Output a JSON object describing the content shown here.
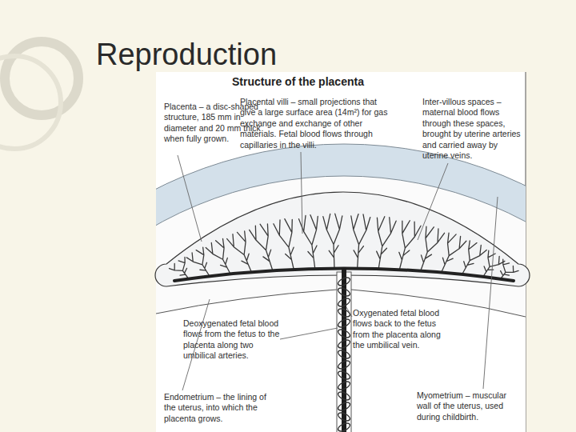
{
  "diagram": {
    "title": "Reproduction",
    "labels": [
      "Structure of the placenta",
      "Placenta – a disc-shaped structure, 185 mm in diameter and 20 mm thick when fully grown.",
      "Placental villi – small projections that give a large surface area (14m²) for gas exchange and exchange of other materials. Fetal blood flows through capillaries in the villi.",
      "Inter-villous spaces – maternal blood flows through these spaces, brought by uterine arteries and carried away by uterine veins.",
      "Deoxygenated fetal blood flows from the fetus to the placenta along two umbilical arteries.",
      "Oxygenated fetal blood flows back to the fetus from the placenta along the umbilical vein.",
      "Endometrium – the lining of the uterus, into which the placenta grows.",
      "Myometrium – muscular wall of the uterus, used during childbirth."
    ]
  }
}
